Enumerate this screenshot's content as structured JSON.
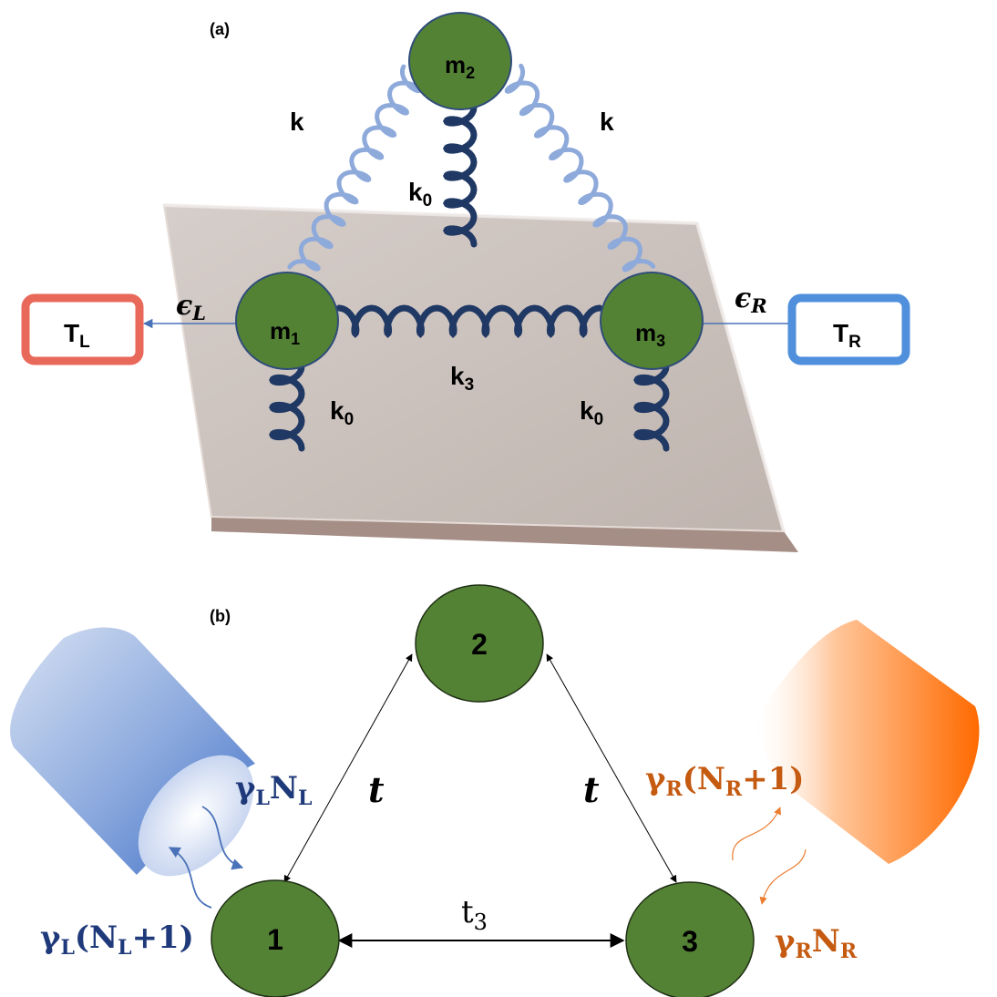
{
  "panel_a": {
    "label": "(a)",
    "masses": [
      {
        "base": "m",
        "sub": "1"
      },
      {
        "base": "m",
        "sub": "2"
      },
      {
        "base": "m",
        "sub": "3"
      }
    ],
    "springs": {
      "k_left": "k",
      "k_right": "k",
      "k0_top": {
        "base": "k",
        "sub": "0"
      },
      "k0_left": {
        "base": "k",
        "sub": "0"
      },
      "k0_right": {
        "base": "k",
        "sub": "0"
      },
      "k3": {
        "base": "k",
        "sub": "3"
      }
    },
    "couplings": {
      "left": {
        "base": "ϵ",
        "sub": "L"
      },
      "right": {
        "base": "ϵ",
        "sub": "R"
      }
    },
    "reservoirs": {
      "left": {
        "base": "T",
        "sub": "L"
      },
      "right": {
        "base": "T",
        "sub": "R"
      }
    },
    "colors": {
      "mass": "#548235",
      "spring_dark": "#1f3864",
      "spring_light": "#8eaadb",
      "plate": "#cbc2bd",
      "bath_left": "#e8685a",
      "bath_right": "#4f8fdc"
    }
  },
  "panel_b": {
    "label": "(b)",
    "sites": [
      "1",
      "2",
      "3"
    ],
    "hoppings": {
      "left": "t",
      "right": "t",
      "bottom": {
        "base": "t",
        "sub": "3"
      }
    },
    "left_bath": {
      "in_rate": {
        "g": "γ",
        "gsub": "L",
        "n": "N",
        "nsub": "L"
      },
      "out_rate": {
        "g": "γ",
        "gsub": "L",
        "open": "(",
        "n": "N",
        "nsub": "L",
        "tail": "+1)"
      }
    },
    "right_bath": {
      "out_rate": {
        "g": "γ",
        "gsub": "R",
        "open": "(",
        "n": "N",
        "nsub": "R",
        "tail": "+1)"
      },
      "in_rate": {
        "g": "γ",
        "gsub": "R",
        "n": "N",
        "nsub": "R"
      }
    },
    "colors": {
      "site": "#548235",
      "left_text": "#1f3a7a",
      "right_text": "#c55a11",
      "left_bath": "#4472c4",
      "right_bath": "#ff6a00"
    }
  }
}
